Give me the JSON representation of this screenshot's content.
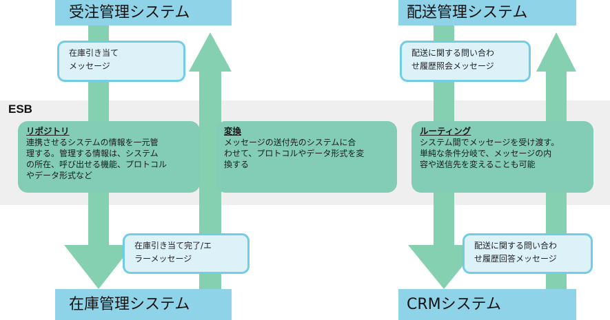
{
  "systems": {
    "order": "受注管理システム",
    "delivery": "配送管理システム",
    "inventory": "在庫管理システム",
    "crm": "CRMシステム"
  },
  "esb": {
    "label": "ESB",
    "features": [
      {
        "title": "リポジトリ",
        "body": "連携させるシステムの情報を一元管\n理する。管理する情報は、システム\nの所在、呼び出せる機能、プロトコル\nやデータ形式など"
      },
      {
        "title": "変換",
        "body": "メッセージの送付先のシステムに合\nわせて、プロトコルやデータ形式を変\n換する"
      },
      {
        "title": "ルーティング",
        "body": "システム間でメッセージを受け渡す。\n単純な条件分岐で、メッセージの内\n容や送信先を変えることも可能"
      }
    ]
  },
  "messages": {
    "allocation": "在庫引き当て\nメッセージ",
    "allocation_result": "在庫引き当て完了/エ\nラーメッセージ",
    "history_inquiry": "配送に関する問い合わ\nせ履歴照会メッセージ",
    "history_reply": "配送に関する問い合わ\nせ履歴回答メッセージ"
  },
  "colors": {
    "system_box": "#8fd3e8",
    "arrow": "#86d0b2",
    "esb_band": "#efefef",
    "feature_box": "#83ccb6",
    "message_fill": "#ddf1f9",
    "message_border": "#71cde6"
  }
}
